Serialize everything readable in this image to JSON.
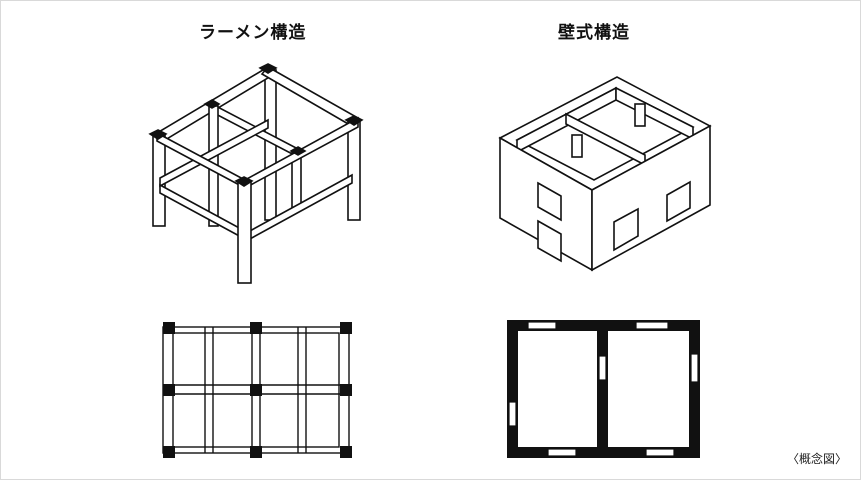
{
  "titles": {
    "rahmen": "ラーメン構造",
    "wall": "壁式構造"
  },
  "caption": "〈概念図〉",
  "colors": {
    "ink": "#111111",
    "background": "#ffffff",
    "frame_border": "#d9d9d9"
  }
}
